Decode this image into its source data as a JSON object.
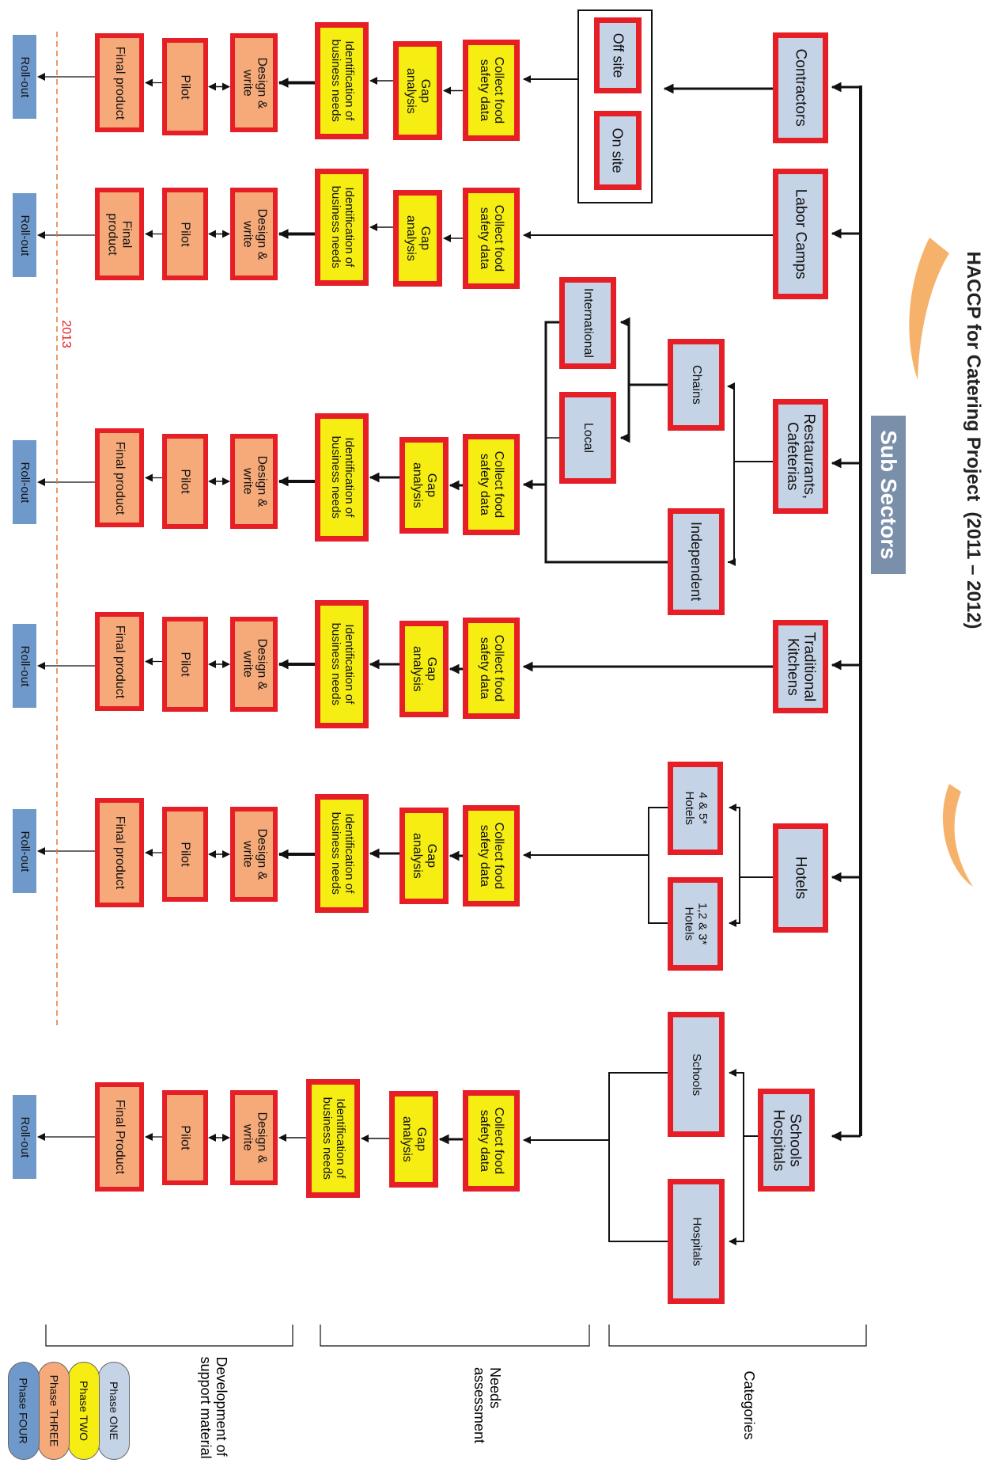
{
  "title": "HACCP for Catering Project  (2011 – 2012)",
  "sub_sectors_label": "Sub Sectors",
  "year_marker": "2013",
  "categories": [
    {
      "key": "contractors",
      "label": "Contractors"
    },
    {
      "key": "labor",
      "label": "Labor Camps"
    },
    {
      "key": "restaurants",
      "label": "Restaurants,\nCafeterias"
    },
    {
      "key": "traditional",
      "label": "Traditional\nKitchens"
    },
    {
      "key": "hotels",
      "label": "Hotels"
    },
    {
      "key": "schoolshosp",
      "label": "Schools\nHospitals"
    }
  ],
  "subcategories": {
    "off_site": "Off site",
    "on_site": "On site",
    "chains": "Chains",
    "independent": "Independent",
    "international": "International",
    "local": "Local",
    "hotels_45": "4 & 5*\nHotels",
    "hotels_123": "1,2 & 3*\nHotels",
    "schools": "Schools",
    "hospitals": "Hospitals"
  },
  "columns": [
    {
      "collect": "Collect food\nsafety data",
      "gap": "Gap\nanalysis",
      "ident": "Identification of\nbusiness needs",
      "design": "Design &\nwrite",
      "pilot": "Pilot",
      "final": "Final product",
      "rollout": "Roll-out"
    },
    {
      "collect": "Collect food\nsafety data",
      "gap": "Gap\nanalysis",
      "ident": "Identification of\nbusiness needs",
      "design": "Design &\nwrite",
      "pilot": "Pilot",
      "final": "Final\nproduct",
      "rollout": "Roll-out"
    },
    {
      "collect": "Collect food\nsafety data",
      "gap": "Gap\nanalysis",
      "ident": "Identification of\nbusiness needs",
      "design": "Design &\nwrite",
      "pilot": "Pilot",
      "final": "Final product",
      "rollout": "Roll-out"
    },
    {
      "collect": "Collect food\nsafety data",
      "gap": "Gap\nanalysis",
      "ident": "Identification of\nbusiness needs",
      "design": "Design &\nwrite",
      "pilot": "Pilot",
      "final": "Final product",
      "rollout": "Roll-out"
    },
    {
      "collect": "Collect food\nsafety data",
      "gap": "Gap\nanalysis",
      "ident": "Identification of\nbusiness needs",
      "design": "Design &\nwrite",
      "pilot": "Pilot",
      "final": "Final product",
      "rollout": "Roll-out"
    },
    {
      "collect": "Collect food\nsafety data",
      "gap": "Gap\nanalysis",
      "ident": "Identification of\nbusiness needs",
      "design": "Design &\nwrite",
      "pilot": "Pilot",
      "final": "Final Product",
      "rollout": "Roll-out"
    }
  ],
  "sections": {
    "categories": "Categories",
    "needs": "Needs\nassessment",
    "development": "Development of\nsupport material"
  },
  "legend": [
    {
      "label": "Phase ONE",
      "color": "#c5d3e6"
    },
    {
      "label": "Phase TWO",
      "color": "#f6ee12"
    },
    {
      "label": "Phase THREE",
      "color": "#f6aa7a"
    },
    {
      "label": "Phase FOUR",
      "color": "#6f99cb"
    }
  ]
}
